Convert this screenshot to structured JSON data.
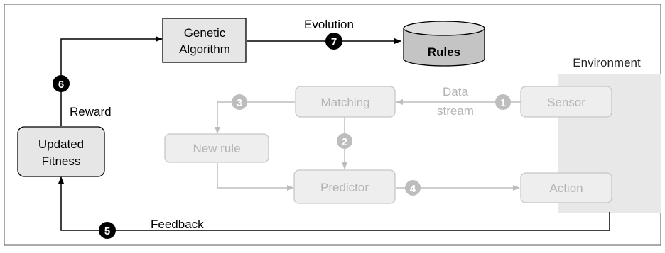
{
  "diagram": {
    "environment_label": "Environment",
    "boxes": {
      "genetic_algorithm": [
        "Genetic",
        "Algorithm"
      ],
      "rules": "Rules",
      "matching": "Matching",
      "sensor": "Sensor",
      "new_rule": "New rule",
      "predictor": "Predictor",
      "action": "Action",
      "updated_fitness": [
        "Updated",
        "Fitness"
      ]
    },
    "edge_labels": {
      "evolution": "Evolution",
      "reward": "Reward",
      "feedback": "Feedback",
      "data_stream": [
        "Data",
        "stream"
      ]
    },
    "step_markers": [
      "1",
      "2",
      "3",
      "4",
      "5",
      "6",
      "7"
    ],
    "colors": {
      "active": "#000000",
      "inactive": "#bdbdbd",
      "active_box_fill": "#e6e6e6",
      "inactive_box_fill": "#eeeeee",
      "inactive_text": "#b3b3b3",
      "environment_fill": "#e8e8e8"
    }
  }
}
